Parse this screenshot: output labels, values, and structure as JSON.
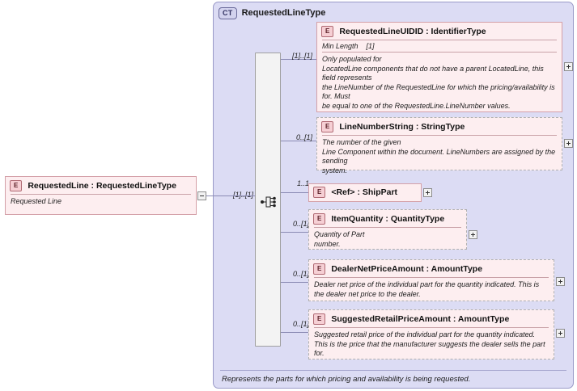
{
  "diagram": {
    "type": "xsd-schema-diagram",
    "complex_type": {
      "badge": "CT",
      "name": "RequestedLineType",
      "documentation": "Represents the parts for which pricing and availability is being requested."
    },
    "root_element": {
      "badge": "E",
      "name": "RequestedLine : RequestedLineType",
      "documentation": "Requested Line",
      "toggle": "minus",
      "cardinality": "[1]..[1]"
    },
    "compositor": {
      "kind": "sequence",
      "icon": "sequence-icon"
    },
    "children": [
      {
        "badge": "E",
        "name": "RequestedLineUIDID : IdentifierType",
        "cardinality": "[1]..[1]",
        "border": "solid",
        "facet": {
          "label": "Min Length",
          "value": "[1]"
        },
        "documentation": "Only populated for\nLocatedLine components that do not have a parent LocatedLine, this field represents\nthe LineNumber of the RequestedLine for which the pricing/availability is for. Must\nbe equal to one of the RequestedLine.LineNumber values.",
        "toggle": "plus"
      },
      {
        "badge": "E",
        "name": "LineNumberString : StringType",
        "cardinality": "0..[1]",
        "border": "dashed",
        "documentation": "The number of the given\n    Line Component within the document. LineNumbers are assigned by the sending\nsystem.",
        "toggle": "plus"
      },
      {
        "badge": "E",
        "name": "<Ref>        : ShipPart",
        "cardinality": "1..1",
        "border": "solid",
        "documentation": "",
        "toggle": "plus"
      },
      {
        "badge": "E",
        "name": "ItemQuantity : QuantityType",
        "cardinality": "0..[1]",
        "border": "dashed",
        "documentation": "Quantity of Part\nnumber.",
        "toggle": "plus"
      },
      {
        "badge": "E",
        "name": "DealerNetPriceAmount : AmountType",
        "cardinality": "0..[1]",
        "border": "dashed",
        "documentation": "Dealer net price of the individual part for the quantity indicated.  This is\nthe dealer net price to the dealer.",
        "toggle": "plus"
      },
      {
        "badge": "E",
        "name": "SuggestedRetailPriceAmount : AmountType",
        "cardinality": "0..[1]",
        "border": "dashed",
        "documentation": "Suggested retail price of the individual part for the quantity indicated.\nThis is the price that the manufacturer suggests the dealer sells the part\nfor.",
        "toggle": "plus"
      }
    ],
    "colors": {
      "container_fill": "#dcdcf4",
      "container_border": "#9a9ac8",
      "element_fill": "#fdeef0",
      "element_border": "#d4a0a8",
      "badge_fill": "#f6cfd4",
      "connector": "#8a8ab4",
      "compositor_fill": "#f3f3f3"
    }
  }
}
